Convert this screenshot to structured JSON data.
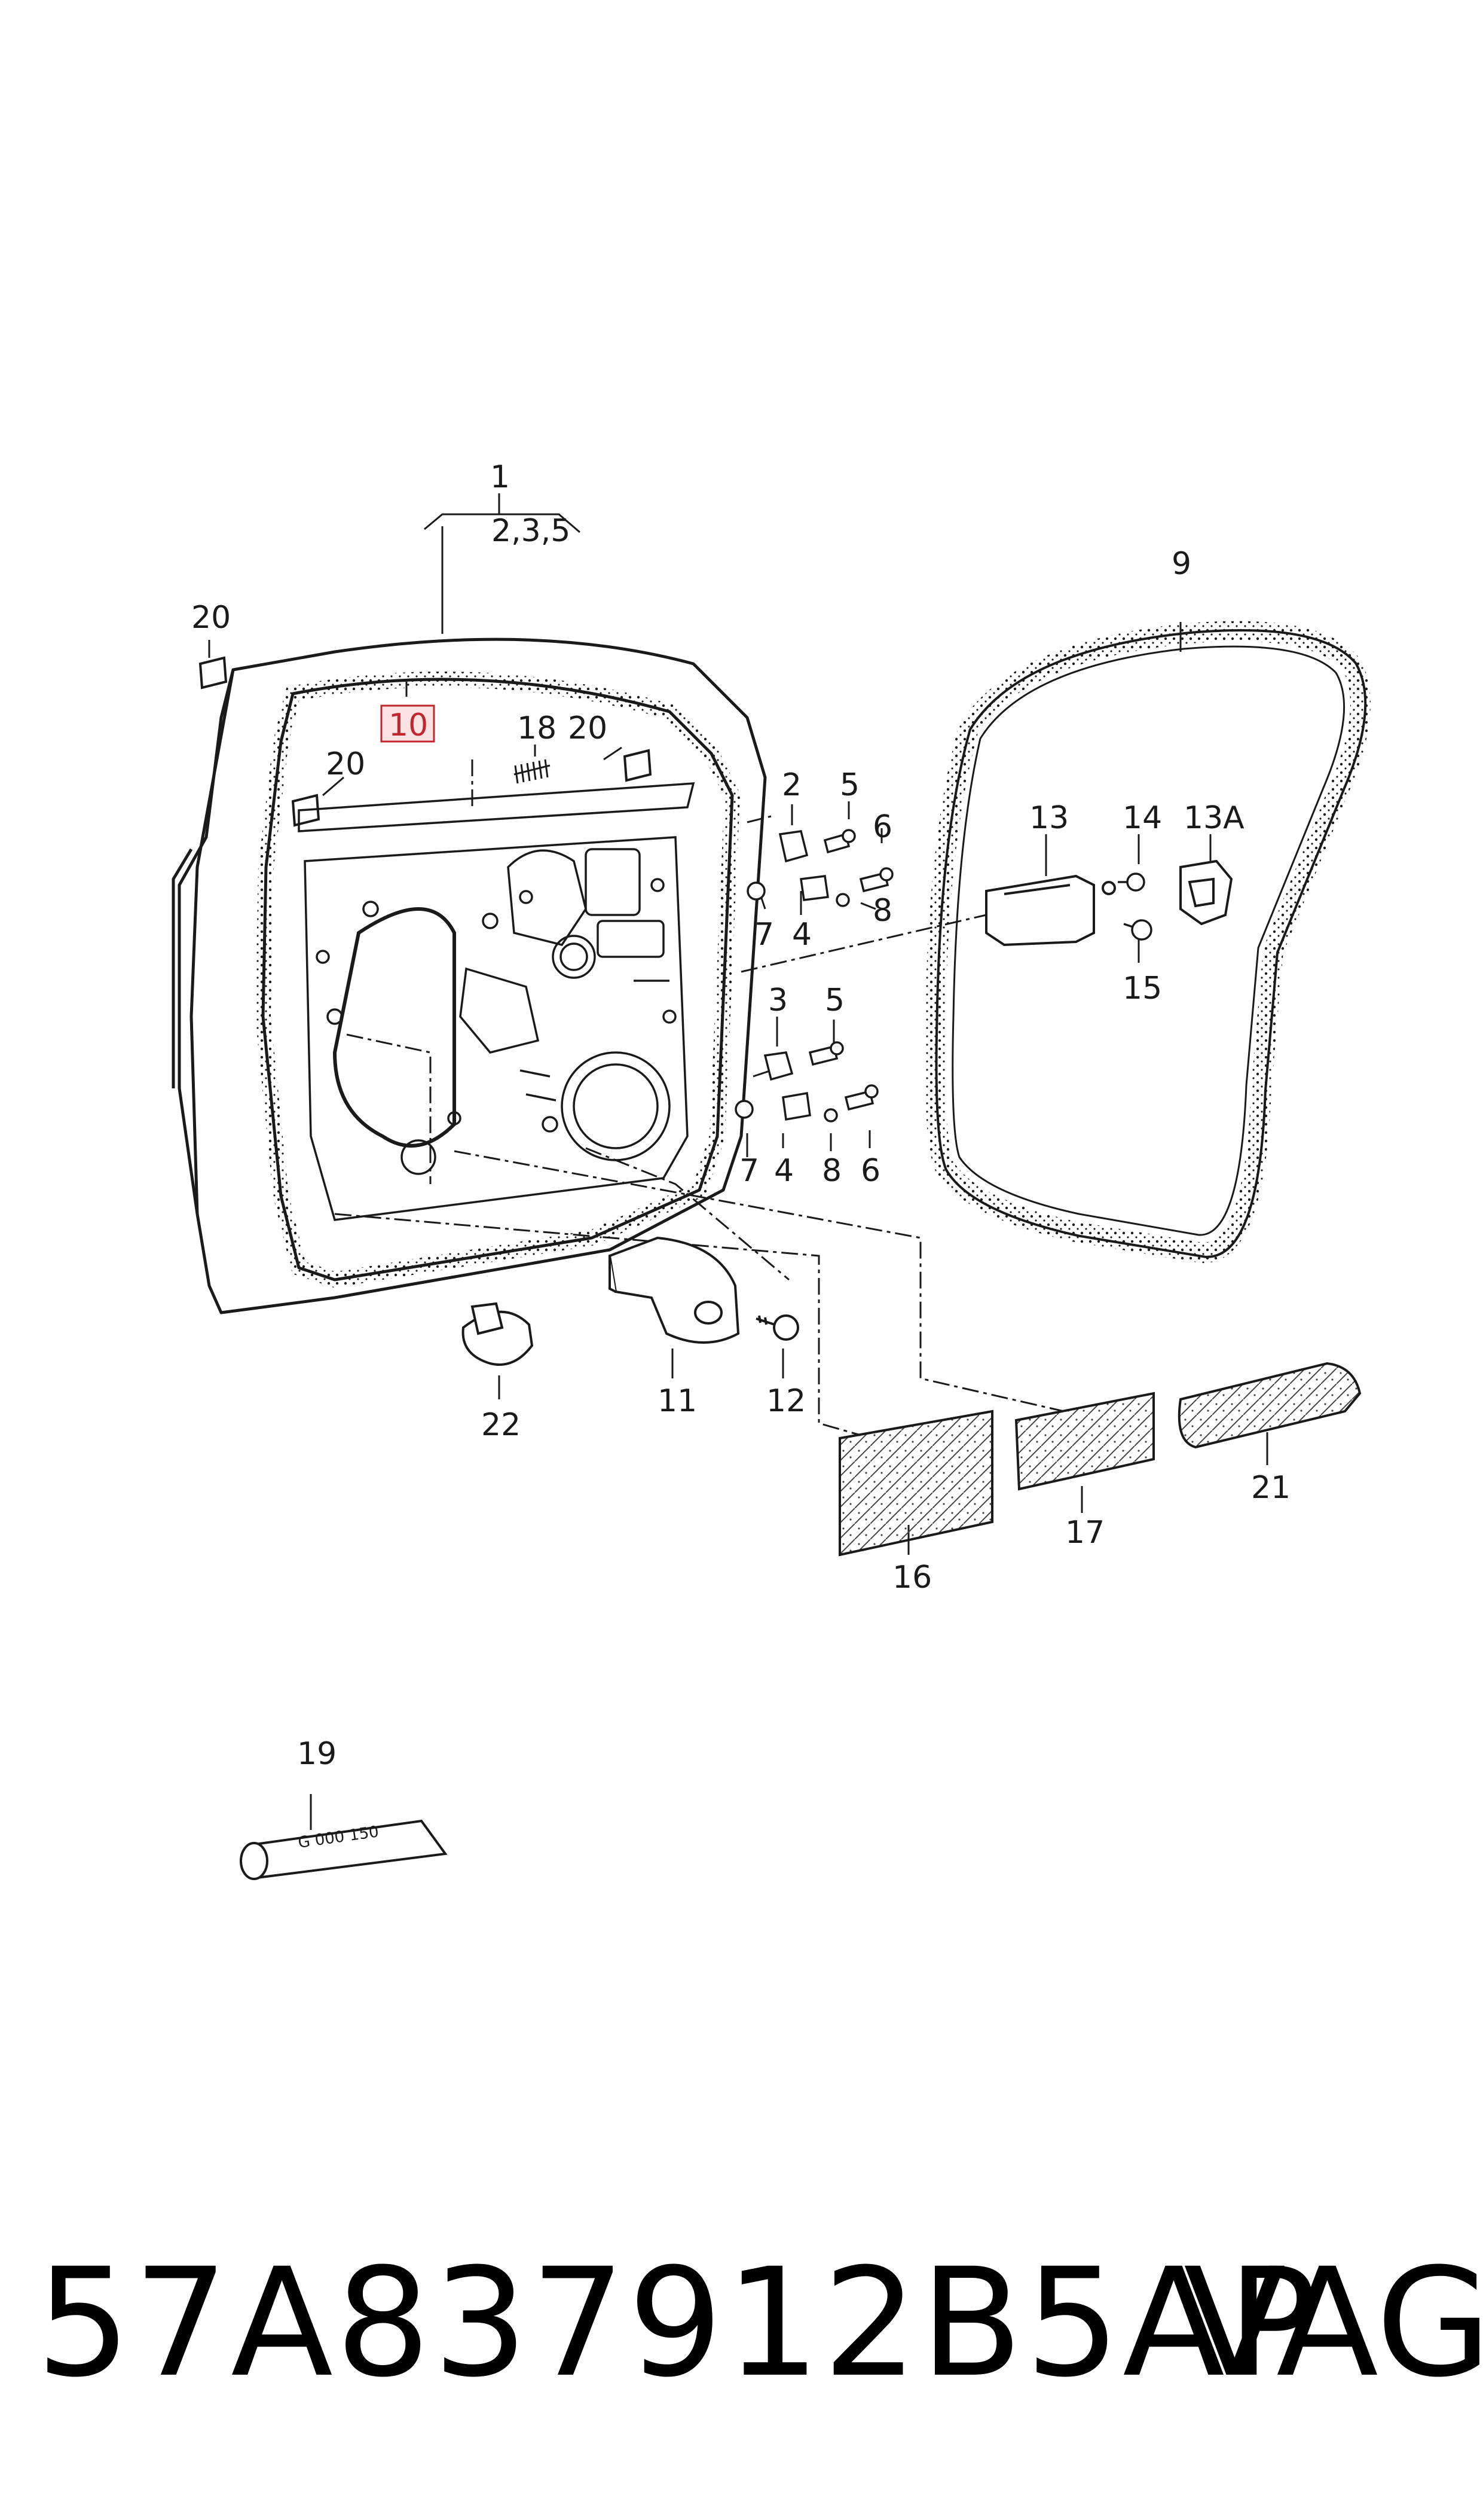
{
  "callouts": {
    "c1": "1",
    "c1_sub": "2,3,5",
    "c2": "2",
    "c3": "3",
    "c4a": "4",
    "c4b": "4",
    "c5a": "5",
    "c5b": "5",
    "c6a": "6",
    "c6b": "6",
    "c7a": "7",
    "c7b": "7",
    "c8a": "8",
    "c8b": "8",
    "c9": "9",
    "c10": "10",
    "c11": "11",
    "c12": "12",
    "c13": "13",
    "c13a": "13A",
    "c14": "14",
    "c15": "15",
    "c16": "16",
    "c17": "17",
    "c18": "18",
    "c19": "19",
    "c20a": "20",
    "c20b": "20",
    "c20c": "20",
    "c21": "21",
    "c22": "22"
  },
  "tube_label": "G 000 150",
  "footer": {
    "part_number": "57A837912B5AP",
    "brand": "VAG"
  },
  "colors": {
    "line": "#1a1a1a",
    "highlight": "#c0262d",
    "highlight_bg": "#fbe3e4"
  }
}
